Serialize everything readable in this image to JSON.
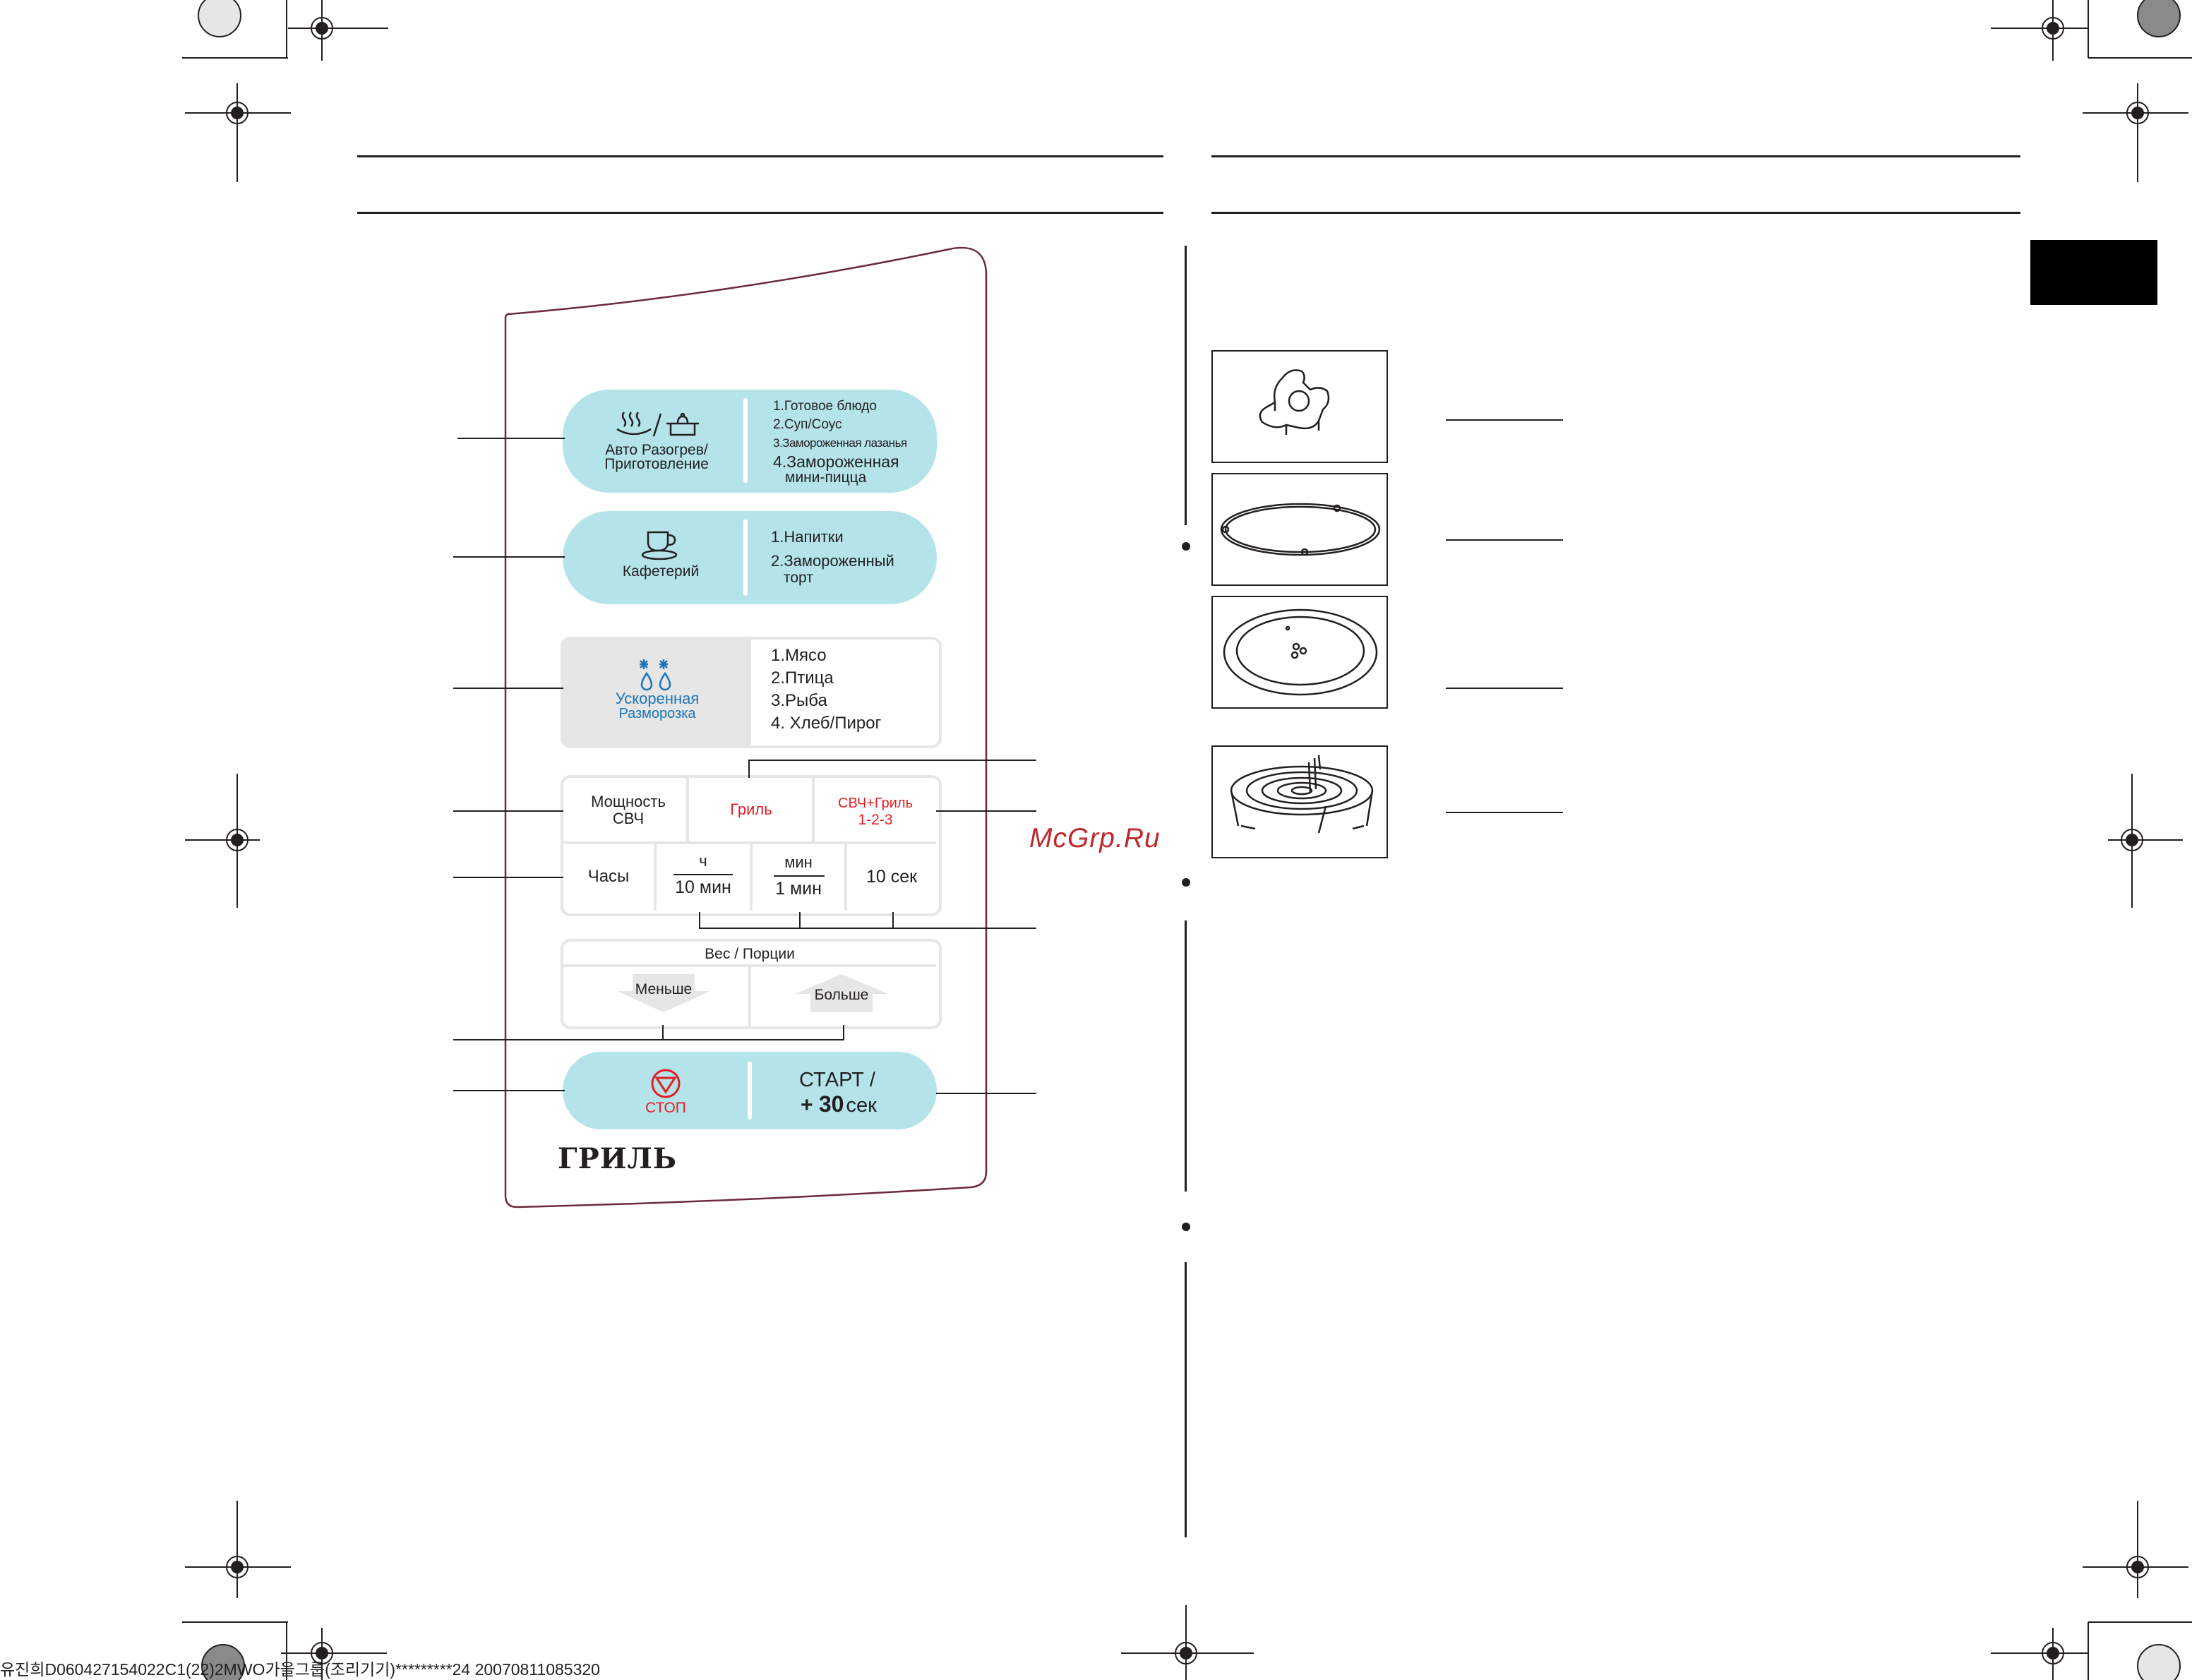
{
  "control_panel": {
    "auto_cook": {
      "label_line1": "Авто Разогрев/",
      "label_line2": "Приготовление",
      "options": [
        "1.Готовое блюдо",
        "2.Суп/Соус",
        "3.Замороженная лазанья",
        "4.Замороженная",
        "мини-пицца"
      ]
    },
    "cafe": {
      "label": "Кафетерий",
      "options": [
        "1.Напитки",
        "2.Замороженный",
        "торт"
      ]
    },
    "defrost": {
      "label_line1": "Ускоренная",
      "label_line2": "Разморозка",
      "options": [
        "1.Мясо",
        "2.Птица",
        "3.Рыба",
        "4. Хлеб/Пирог"
      ]
    },
    "power": {
      "line1": "Мощность",
      "line2": "СВЧ"
    },
    "grill": "Гриль",
    "combi": {
      "line1": "СВЧ+Гриль",
      "line2": "1-2-3"
    },
    "clock": "Часы",
    "hour": {
      "top": "ч",
      "bottom": "10 мин"
    },
    "minute": {
      "top": "мин",
      "bottom": "1 мин"
    },
    "sec10": "10 сек",
    "weight_title": "Вес / Порции",
    "less": "Меньше",
    "more": "Больше",
    "stop": "СТОП",
    "start_line1": "СТАРТ /",
    "start_plus": "+ ",
    "start_30": "30",
    "start_sec": "сек",
    "model_label": "ГРИЛЬ"
  },
  "watermark": "McGrp.Ru",
  "footer_text": "유진희D060427154022C1(22)2MWO가을그룹(조리기기)*********24 20070811085320",
  "colors": {
    "pill": "#b4e4ea",
    "defrost_blue": "#1a75bc",
    "accent_red": "#e31e24",
    "grid_gray": "#e6e6e6",
    "ink": "#231f20",
    "side_tab": "#000000"
  }
}
